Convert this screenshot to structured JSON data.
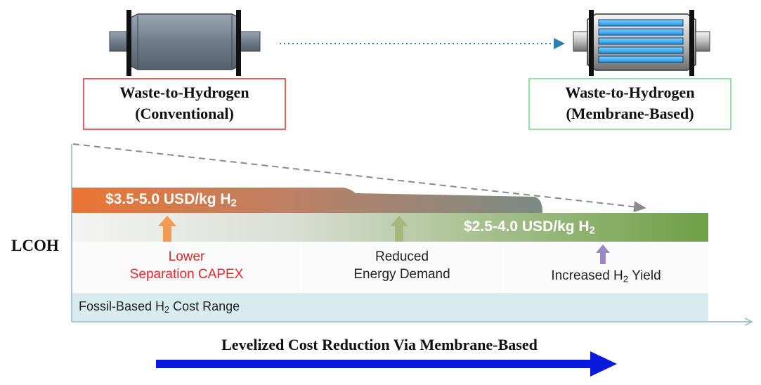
{
  "header": {
    "conventional_line1": "Waste-to-Hydrogen",
    "conventional_line2": "(Conventional)",
    "membrane_line1": "Waste-to-Hydrogen",
    "membrane_line2": "(Membrane-Based)"
  },
  "axis": {
    "ylabel": "LCOH"
  },
  "bands": {
    "conventional_cost_prefix": "$3.5-5.0 USD/kg H",
    "membrane_cost_prefix": "$2.5-4.0 USD/kg H",
    "fossil_prefix": "Fossil-Based H",
    "fossil_suffix": " Cost Range",
    "h2_subscript": "2"
  },
  "factors": {
    "capex_line1": "Lower",
    "capex_line2": "Separation CAPEX",
    "energy_line1": "Reduced",
    "energy_line2": "Energy Demand",
    "yield_prefix": "Increased H",
    "yield_suffix": " Yield"
  },
  "footer": {
    "caption": "Levelized Cost Reduction Via Membrane-Based"
  },
  "colors": {
    "conventional_box": "#e8262b",
    "membrane_box": "#7cd08a",
    "conventional_band_start": "#ec7433",
    "conventional_band_end": "#7c8c84",
    "membrane_band_start": "#f0f0f0",
    "membrane_band_end": "#73a14b",
    "fossil_band": "#d8ebee",
    "capex_text": "#e8262b",
    "arrow_capex": "#f29a52",
    "arrow_energy": "#a6b87c",
    "arrow_yield": "#9b88c6",
    "footer_arrow": "#0a1adc"
  },
  "icons": {
    "conventional_module": "conventional-membrane-module-icon",
    "membrane_module": "membrane-module-icon"
  }
}
